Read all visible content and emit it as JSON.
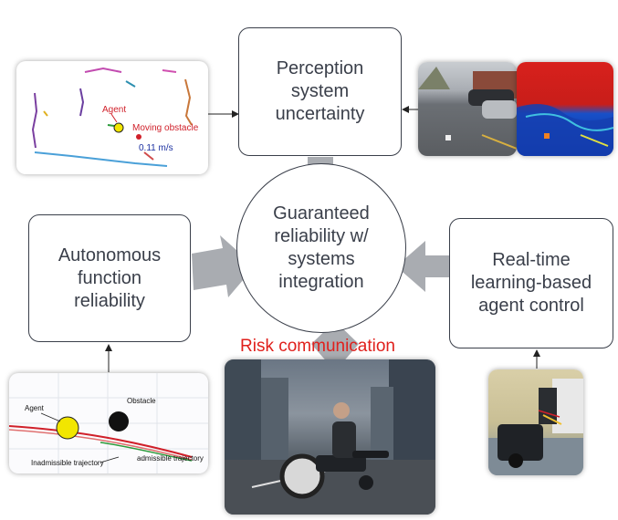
{
  "nodes": {
    "perception": "Perception\nsystem\nuncertainty",
    "center": "Guaranteed\nreliability w/\nsystems\nintegration",
    "autonomous": "Autonomous\nfunction\nreliability",
    "realtime": "Real-time\nlearning-based\nagent control"
  },
  "risk_label": "Risk communication",
  "lidar": {
    "agent": "Agent",
    "moving_obstacle": "Moving obstacle",
    "speed": "0.11 m/s"
  },
  "trajectory": {
    "agent": "Agent",
    "obstacle": "Obstacle",
    "inadmissible": "Inadmissible trajectory",
    "admissible": "admissible trajectory"
  },
  "colors": {
    "box_border": "#3a3f4a",
    "arrow": "#a9acb1",
    "risk": "#e0201c",
    "agent_fill": "#f2e600"
  }
}
